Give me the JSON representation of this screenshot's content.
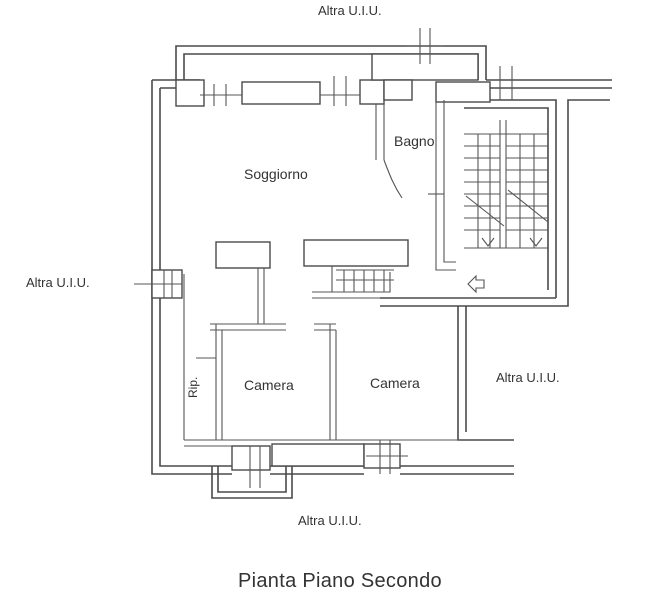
{
  "labels": {
    "top": "Altra U.I.U.",
    "left": "Altra U.I.U.",
    "right": "Altra U.I.U.",
    "bottom": "Altra U.I.U.",
    "soggiorno": "Soggiorno",
    "bagno": "Bagno",
    "camera_left": "Camera",
    "camera_right": "Camera",
    "rip": "Rip."
  },
  "caption": "Pianta Piano Secondo"
}
